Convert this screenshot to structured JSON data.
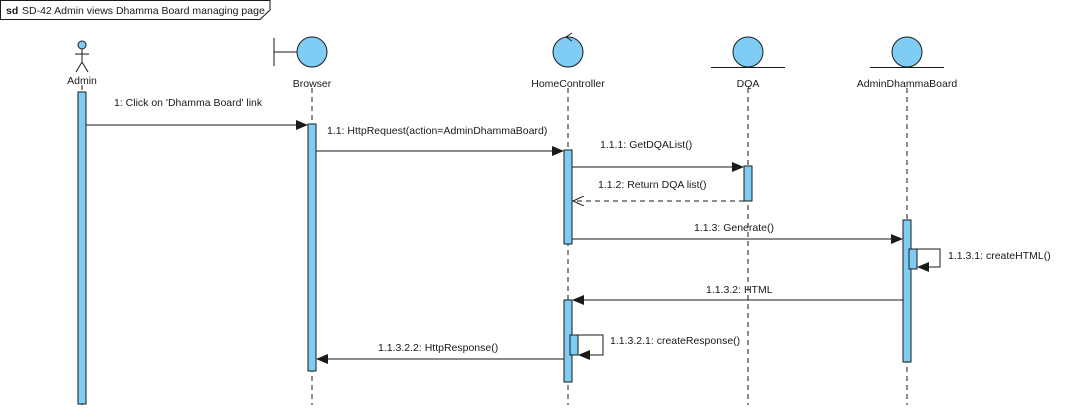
{
  "frame": {
    "keyword": "sd",
    "title": "SD-42 Admin views Dhamma Board managing page"
  },
  "lifelines": [
    {
      "id": "admin",
      "name": "Admin",
      "kind": "actor"
    },
    {
      "id": "browser",
      "name": "Browser",
      "kind": "boundary"
    },
    {
      "id": "homecontroller",
      "name": "HomeController",
      "kind": "control"
    },
    {
      "id": "dqa",
      "name": "DQA",
      "kind": "entity"
    },
    {
      "id": "admindhammaboard",
      "name": "AdminDhammaBoard",
      "kind": "entity"
    }
  ],
  "messages": [
    {
      "id": "m1",
      "label": "1: Click on 'Dhamma Board' link",
      "from": "admin",
      "to": "browser",
      "kind": "sync"
    },
    {
      "id": "m2",
      "label": "1.1: HttpRequest(action=AdminDhammaBoard)",
      "from": "browser",
      "to": "homecontroller",
      "kind": "sync"
    },
    {
      "id": "m3",
      "label": "1.1.1: GetDQAList()",
      "from": "homecontroller",
      "to": "dqa",
      "kind": "sync"
    },
    {
      "id": "m4",
      "label": "1.1.2: Return DQA list()",
      "from": "dqa",
      "to": "homecontroller",
      "kind": "return"
    },
    {
      "id": "m5",
      "label": "1.1.3: Generate()",
      "from": "homecontroller",
      "to": "admindhammaboard",
      "kind": "sync"
    },
    {
      "id": "m6",
      "label": "1.1.3.1: createHTML()",
      "from": "admindhammaboard",
      "to": "admindhammaboard",
      "kind": "self"
    },
    {
      "id": "m7",
      "label": "1.1.3.2: HTML",
      "from": "admindhammaboard",
      "to": "homecontroller",
      "kind": "sync"
    },
    {
      "id": "m8",
      "label": "1.1.3.2.1: createResponse()",
      "from": "homecontroller",
      "to": "homecontroller",
      "kind": "self"
    },
    {
      "id": "m9",
      "label": "1.1.3.2.2: HttpResponse()",
      "from": "homecontroller",
      "to": "browser",
      "kind": "sync"
    }
  ],
  "colors": {
    "fill": "#7fcdf4",
    "stroke": "#1a1a1a",
    "background": "#ffffff"
  }
}
